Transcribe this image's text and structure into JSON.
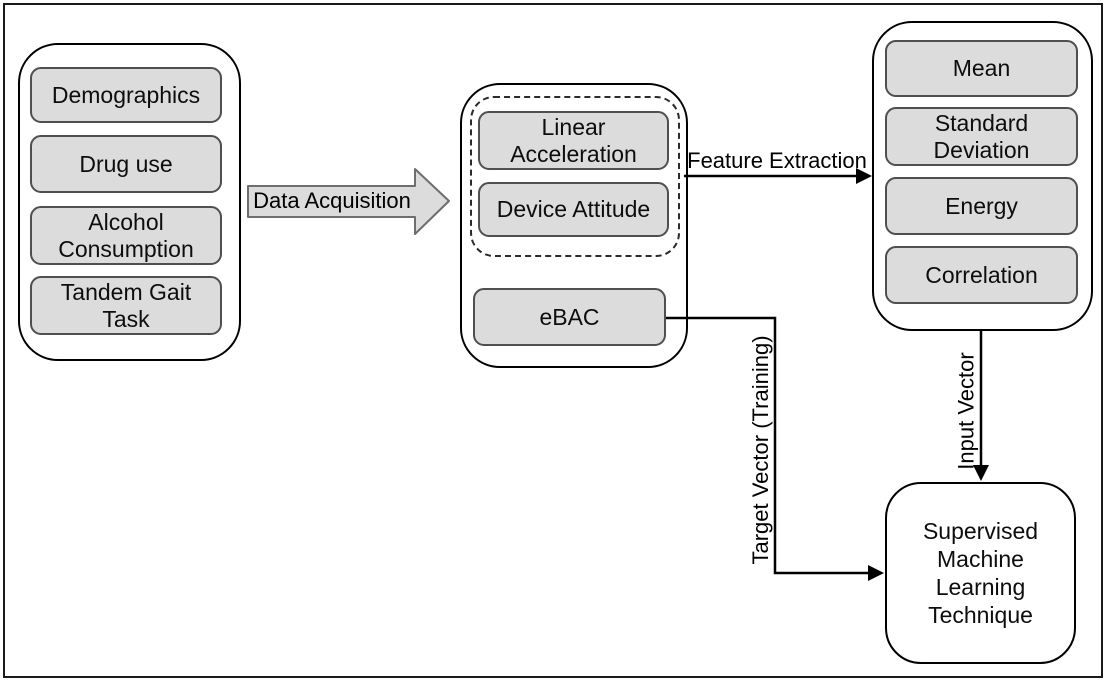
{
  "sources": {
    "items": [
      "Demographics",
      "Drug use",
      "Alcohol\nConsumption",
      "Tandem Gait\nTask"
    ]
  },
  "sensors": {
    "items": [
      "Linear\nAcceleration",
      "Device Attitude"
    ],
    "ebac": "eBAC"
  },
  "features": {
    "items": [
      "Mean",
      "Standard\nDeviation",
      "Energy",
      "Correlation"
    ]
  },
  "ml": {
    "label": "Supervised\nMachine\nLearning\nTechnique"
  },
  "arrows": {
    "data_acquisition": "Data Acquisition",
    "feature_extraction": "Feature Extraction",
    "input_vector": "Input Vector",
    "target_vector": "Target Vector (Training)"
  },
  "colors": {
    "box_fill": "#dcdcdc",
    "box_border": "#4f4f4f",
    "container_border": "#000000",
    "line": "#000000"
  }
}
